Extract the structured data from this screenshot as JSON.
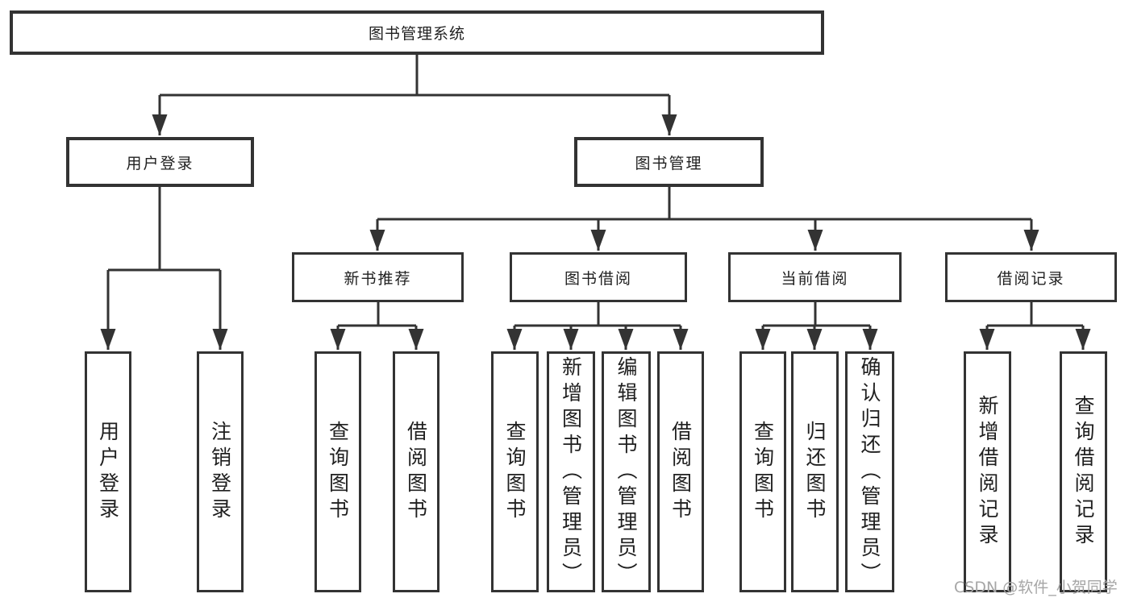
{
  "nodes": {
    "root": "图书管理系统",
    "user_login": "用户登录",
    "book_mgmt": "图书管理",
    "new_book": "新书推荐",
    "borrow": "图书借阅",
    "current": "当前借阅",
    "record": "借阅记录",
    "leaves": {
      "login": [
        "用户登录",
        "注销登录"
      ],
      "new_book": [
        "查询图书",
        "借阅图书"
      ],
      "borrow": [
        "查询图书",
        "新增图书（管理员）",
        "编辑图书（管理员）",
        "借阅图书"
      ],
      "current": [
        "查询图书",
        "归还图书",
        "确认归还（管理员）"
      ],
      "record": [
        "新增借阅记录",
        "查询借阅记录"
      ]
    }
  },
  "watermark": "CSDN @软件_小贺同学",
  "colors": {
    "line": "#333333",
    "text": "#1f1f1f",
    "box_background": "#ffffff",
    "watermark": "#a6a6a6"
  }
}
